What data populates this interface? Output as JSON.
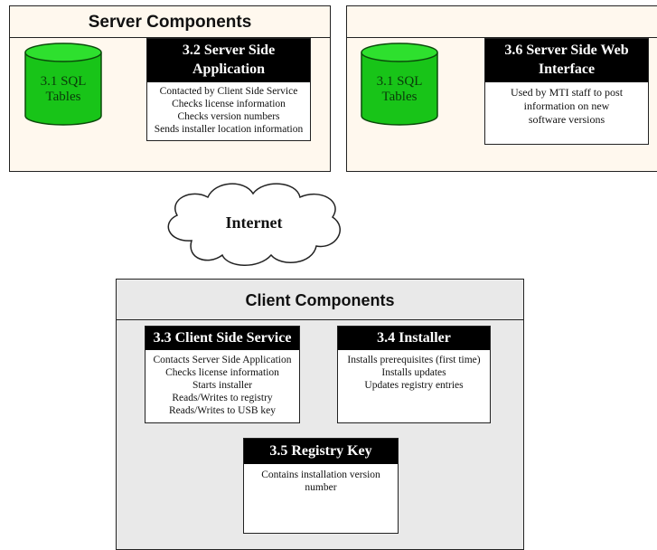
{
  "server": {
    "title": "Server Components",
    "left": {
      "db_label_line1": "3.1 SQL",
      "db_label_line2": "Tables",
      "app": {
        "title_line1": "3.2 Server Side",
        "title_line2": "Application",
        "lines": [
          "Contacted by Client Side Service",
          "Checks license information",
          "Checks version numbers",
          "Sends installer location information"
        ]
      }
    },
    "right": {
      "db_label_line1": "3.1 SQL",
      "db_label_line2": "Tables",
      "web": {
        "title_line1": "3.6 Server Side Web",
        "title_line2": "Interface",
        "lines": [
          "Used by MTI staff to post",
          "information on new",
          "software versions"
        ]
      }
    }
  },
  "internet": {
    "label": "Internet"
  },
  "client": {
    "title": "Client Components",
    "service": {
      "title": "3.3 Client Side Service",
      "lines": [
        "Contacts Server Side Application",
        "Checks license information",
        "Starts installer",
        "Reads/Writes to registry",
        "Reads/Writes to USB key"
      ]
    },
    "installer": {
      "title": "3.4 Installer",
      "lines": [
        "Installs prerequisites (first time)",
        "Installs updates",
        "Updates registry entries"
      ]
    },
    "registry": {
      "title": "3.5 Registry Key",
      "lines": [
        "Contains installation version",
        "number"
      ]
    }
  },
  "colors": {
    "db_fill": "#18c418",
    "db_top": "#2ee02e",
    "db_stroke": "#0b4a0b",
    "db_text": "#0a3a0a"
  }
}
